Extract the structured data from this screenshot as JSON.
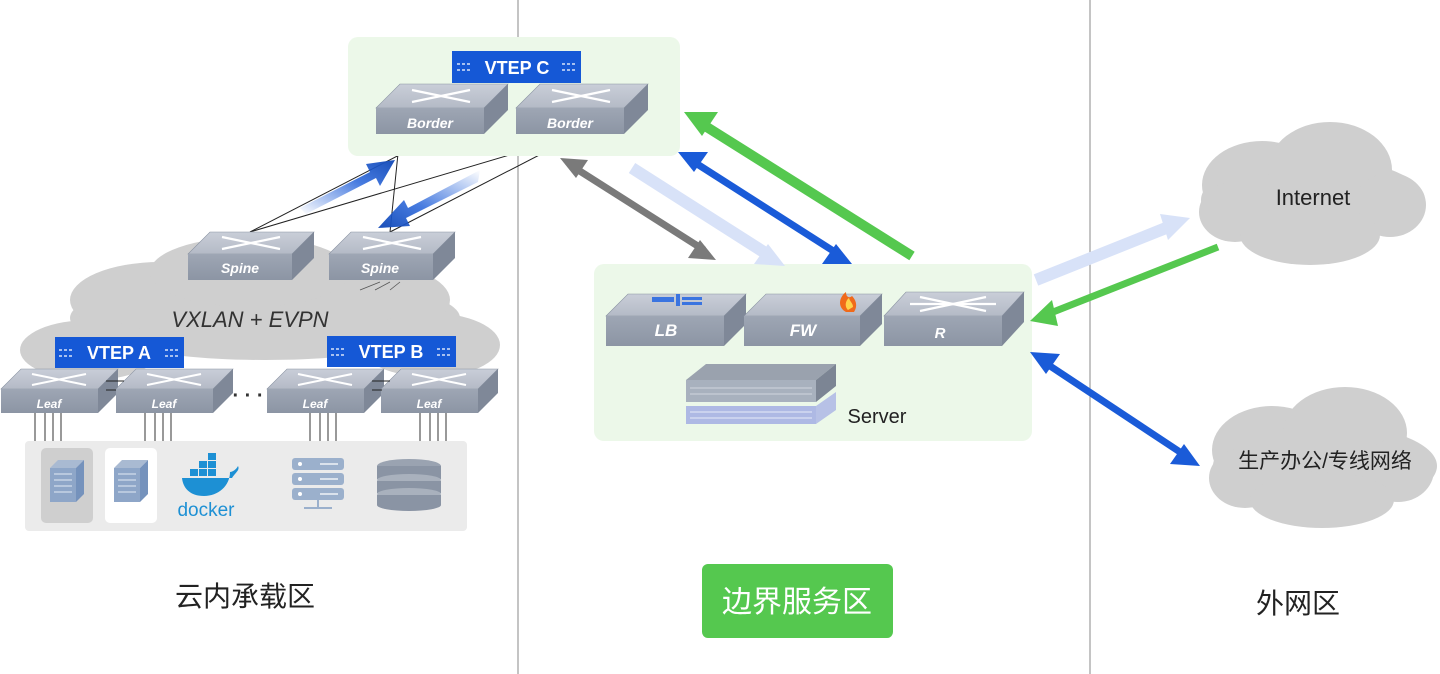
{
  "zones": {
    "cloud": "云内承载区",
    "border": "边界服务区",
    "external": "外网区"
  },
  "colors": {
    "vtep_blue": "#1558d6",
    "arrow_blue": "#1a5bd8",
    "arrow_green": "#55c84f",
    "arrow_gray": "#7a7a7a",
    "arrow_light": "#d8e2f8",
    "zone_green_bg": "#ecf8e9",
    "zone_button_green": "#55c84f",
    "cloud_gray": "#cfcfcf",
    "device_gray": "#9aa3b1"
  },
  "vteps": {
    "a": "VTEP A",
    "b": "VTEP B",
    "c": "VTEP C"
  },
  "overlay": "VXLAN + EVPN",
  "devices": {
    "border": "Border",
    "spine": "Spine",
    "leaf": "Leaf",
    "lb": "LB",
    "fw": "FW",
    "router": "R",
    "server": "Server"
  },
  "ellipsis": "· · ·",
  "external": {
    "internet": "Internet",
    "office": "生产办公/专线网络"
  },
  "hosts": {
    "docker": "docker",
    "icons": [
      "bare-metal-server-icon",
      "vm-server-icon",
      "docker-icon",
      "storage-rack-icon",
      "database-icon"
    ]
  }
}
